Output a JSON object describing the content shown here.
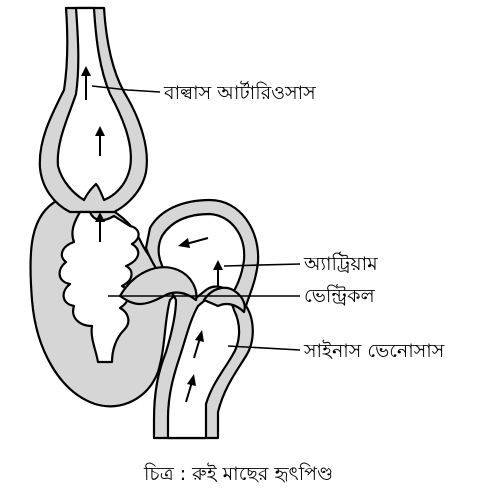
{
  "labels": {
    "bulbus": "বাল্বাস আর্টারিওসাস",
    "atrium": "অ্যাট্রিয়াম",
    "ventricle": "ভেন্ট্রিকল",
    "sinus": "সাইনাস ভেনোসাস"
  },
  "caption": "চিত্র : রুই মাছের হৃৎপিণ্ড",
  "colors": {
    "wall_fill": "#d6d6d6",
    "stroke": "#000000",
    "background": "#ffffff"
  },
  "icons": [
    "up-arrow-icon",
    "left-arrow-icon",
    "diagonal-arrow-icon"
  ]
}
